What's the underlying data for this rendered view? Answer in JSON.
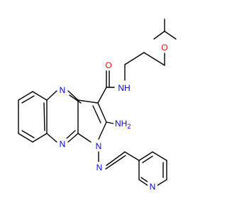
{
  "colors": {
    "bond": "#000000",
    "nitrogen": "#0000ff",
    "oxygen": "#ff0000",
    "background": "#ffffff"
  },
  "atoms": [
    {
      "id": "o-ether",
      "element": "O",
      "label": "O"
    },
    {
      "id": "nh-amide",
      "element": "N",
      "label": "NH"
    },
    {
      "id": "o-carbonyl",
      "element": "O",
      "label": "O"
    },
    {
      "id": "n4",
      "element": "N",
      "label": "N"
    },
    {
      "id": "n-amino",
      "element": "N",
      "label": "NH2"
    },
    {
      "id": "n9",
      "element": "N",
      "label": "N"
    },
    {
      "id": "n-pyrrole",
      "element": "N",
      "label": "N"
    },
    {
      "id": "n-hydrazone",
      "element": "N",
      "label": "N"
    },
    {
      "id": "n-pyridine",
      "element": "N",
      "label": "N"
    }
  ]
}
